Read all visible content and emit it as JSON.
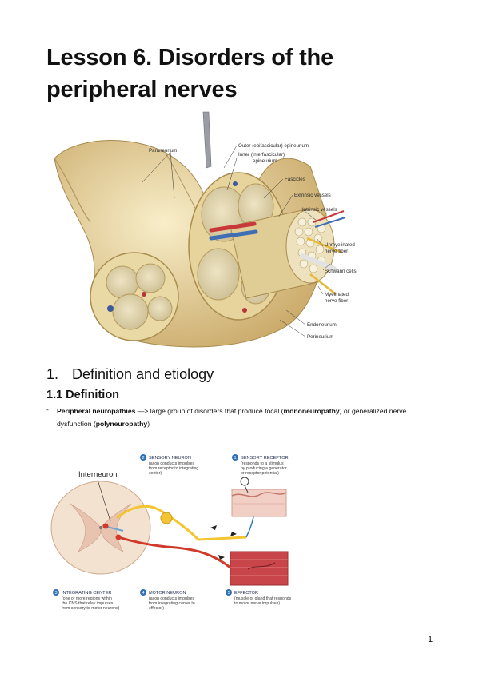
{
  "title": "Lesson 6. Disorders of the peripheral nerves",
  "figure1": {
    "labels": {
      "paraneurium": "Paraneurium",
      "outer_epineurium": "Outer (epifascicular) epineurium",
      "inner_epineurium_1": "Inner (interfascicular)",
      "inner_epineurium_2": "epineurium",
      "fascicles": "Fascicles",
      "extrinsic_vessels": "Extrinsic vessels",
      "intrinsic_vessels": "Intrinsic vessels",
      "unmyelinated_1": "Unmyelinated",
      "unmyelinated_2": "nerve fiber",
      "schwann_cells": "Schwann cells",
      "myelinated_1": "Myelinated",
      "myelinated_2": "nerve fiber",
      "endoneurium": "Endoneurium",
      "perineurium": "Perineurium"
    }
  },
  "section1": {
    "number": "1.",
    "title": "Definition and etiology"
  },
  "section1_1": {
    "title": "1.1 Definition"
  },
  "definition": {
    "dash": "-",
    "term": "Peripheral neuropathies",
    "arrow": " —> large group of disorders that produce focal (",
    "mono": "mononeuropathy",
    "mid": ") or generalized nerve dysfunction (",
    "poly": "polyneuropathy",
    "end": ")"
  },
  "figure2": {
    "interneuron": "Interneuron",
    "sensory_neuron": {
      "badge": "2",
      "title": "SENSORY NEURON",
      "lines": [
        "(axon conducts impulses",
        "from receptor to integrating",
        "center)"
      ]
    },
    "sensory_receptor": {
      "badge": "1",
      "title": "SENSORY RECEPTOR",
      "lines": [
        "(responds to a stimulus",
        "by producing a generator",
        "or receptor potential)"
      ]
    },
    "integrating_center": {
      "badge": "3",
      "title": "INTEGRATING CENTER",
      "lines": [
        "(one or more regions within",
        "the CNS that relay impulses",
        "from sensory to motor neurons)"
      ]
    },
    "motor_neuron": {
      "badge": "4",
      "title": "MOTOR NEURON",
      "lines": [
        "(axon conducts impulses",
        "from integrating center to",
        "effector)"
      ]
    },
    "effector": {
      "badge": "5",
      "title": "EFFECTOR",
      "lines": [
        "(muscle or gland that responds",
        "to motor nerve impulses)"
      ]
    }
  },
  "page_number": "1",
  "colors": {
    "badge": "#2f6fb5",
    "sensory": "#f3c531",
    "motor": "#d03a2a",
    "muscle": "#c8454a",
    "skin": "#f1cfc4"
  }
}
